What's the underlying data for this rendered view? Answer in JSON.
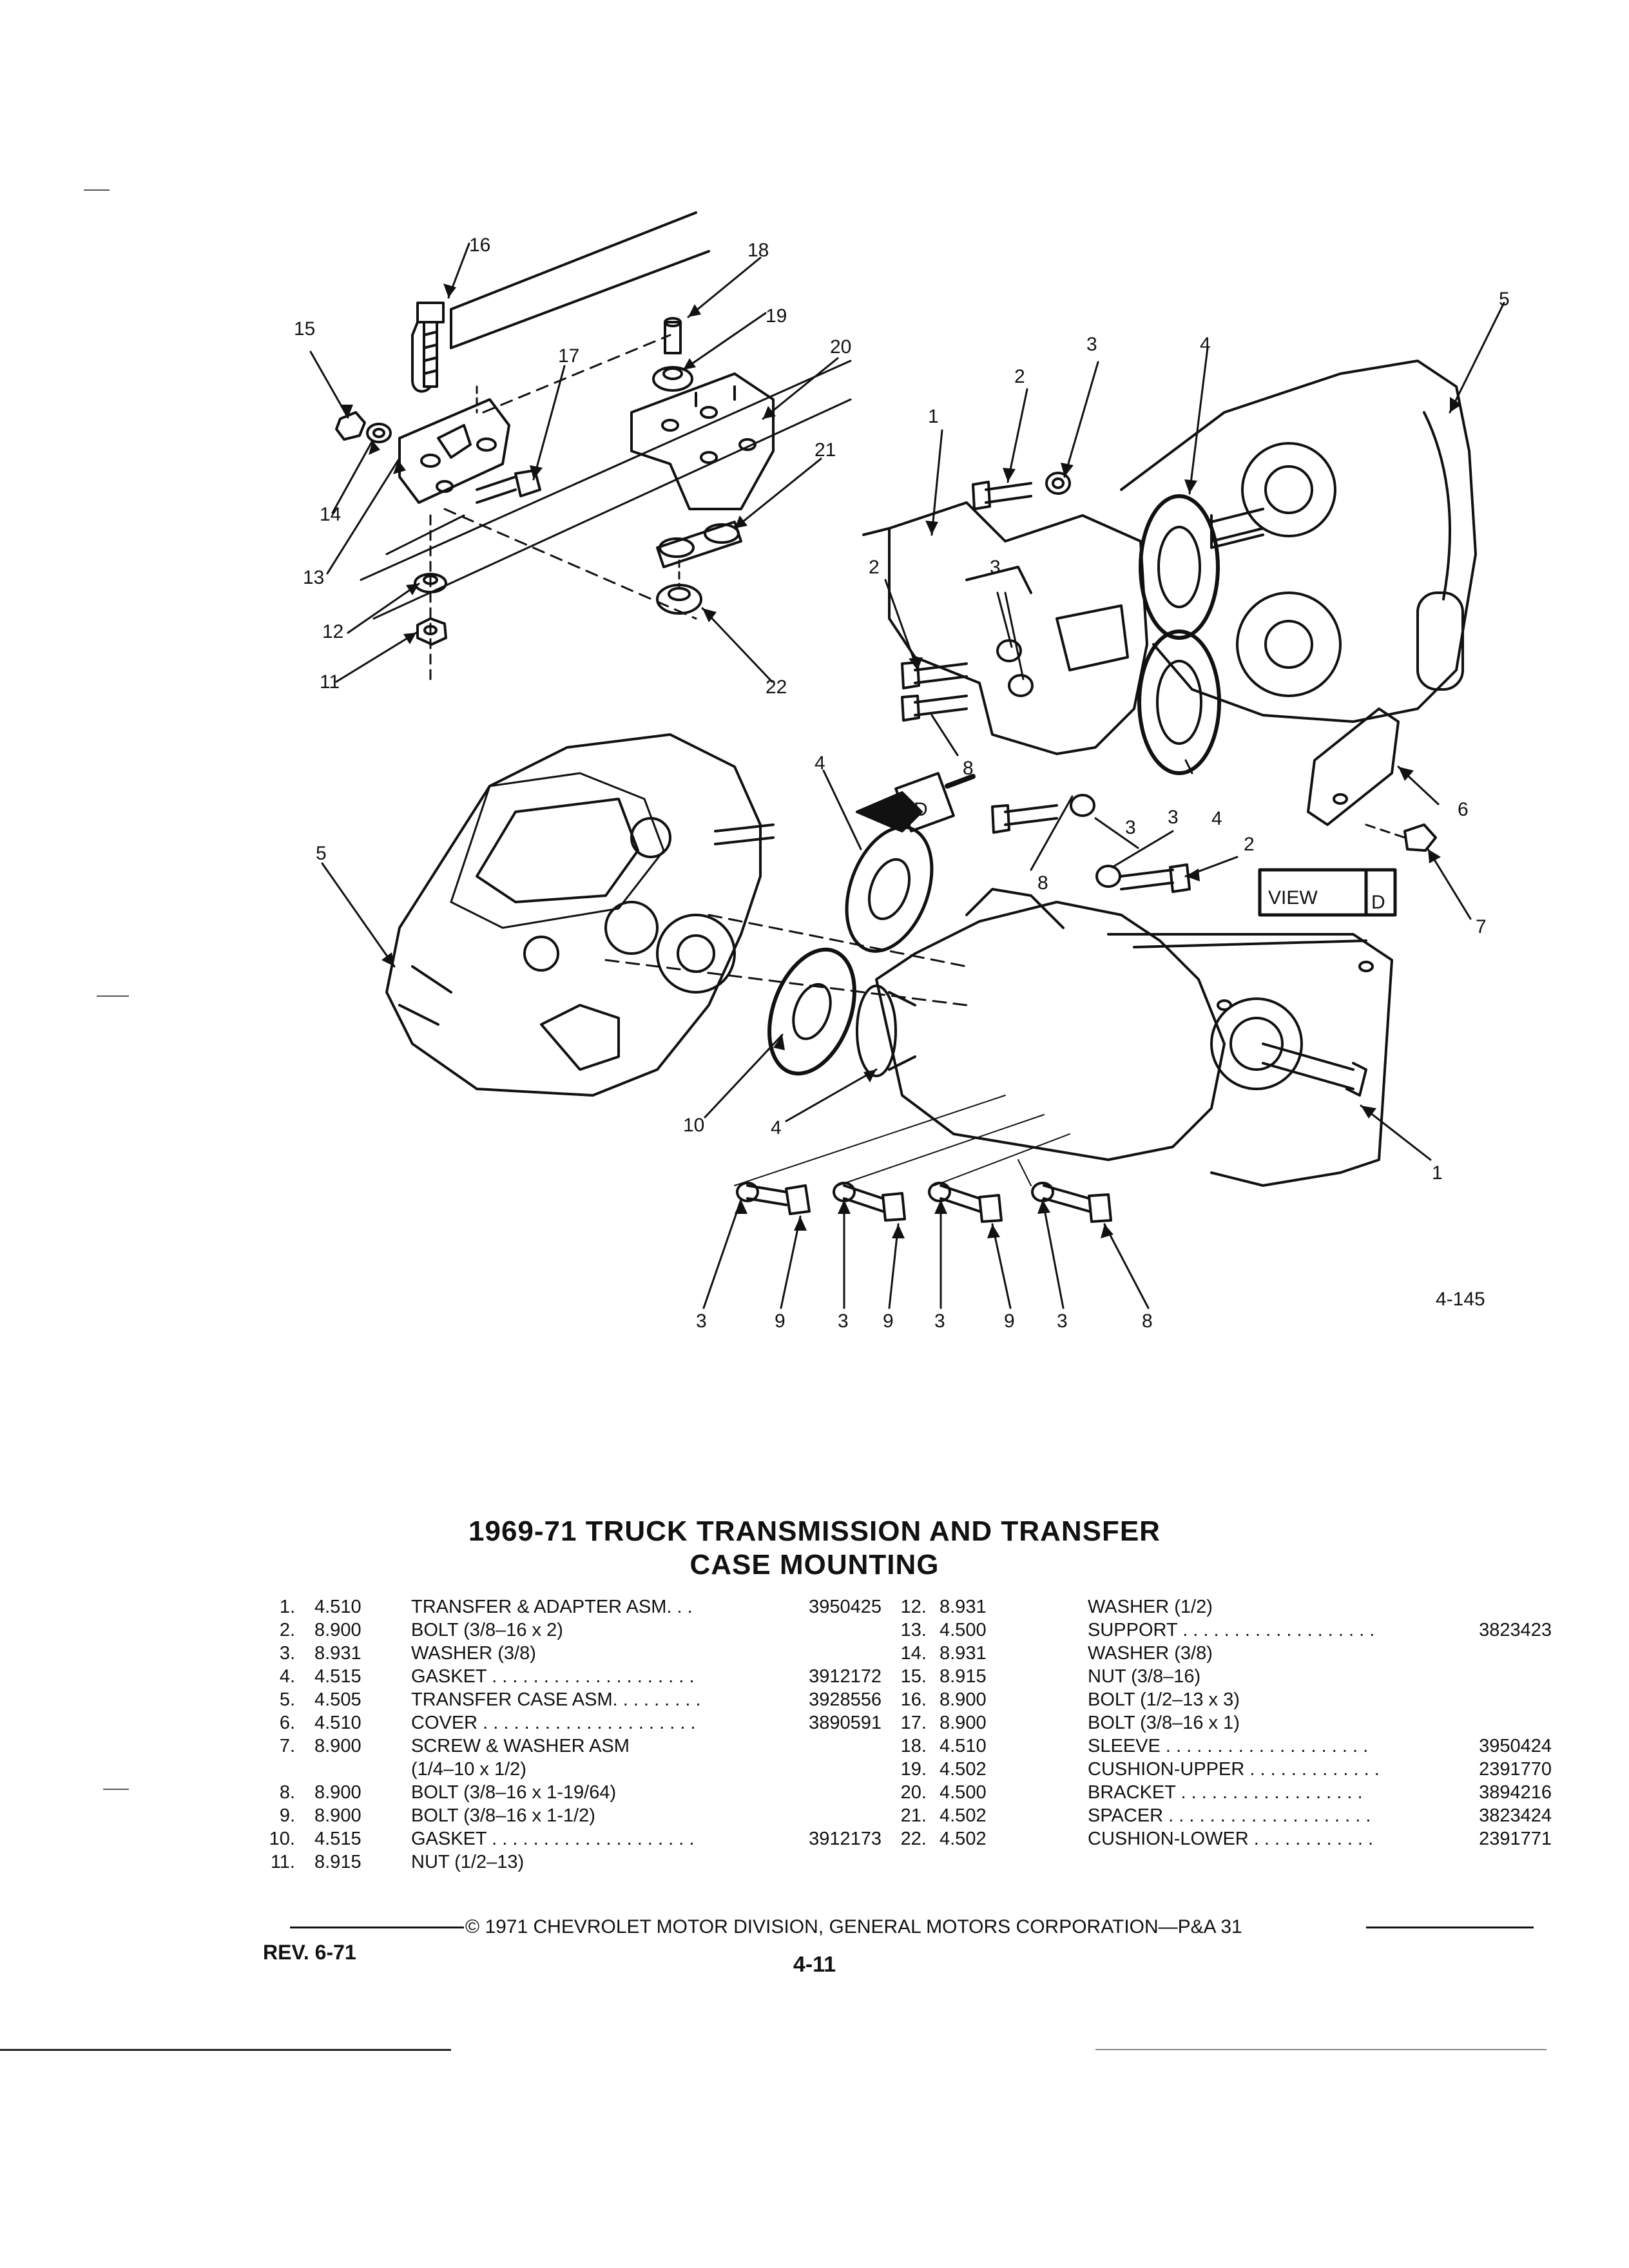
{
  "figure_code": "4-145",
  "callouts": [
    "1",
    "2",
    "3",
    "4",
    "5",
    "6",
    "7",
    "8",
    "9",
    "10",
    "11",
    "12",
    "13",
    "14",
    "15",
    "16",
    "17",
    "18",
    "19",
    "20",
    "21",
    "22"
  ],
  "view_label": "VIEW",
  "view_letter": "D",
  "title_line1": "1969-71 TRUCK TRANSMISSION AND TRANSFER",
  "title_line2": "CASE MOUNTING",
  "parts_left": [
    {
      "num": "1.",
      "group": "4.510",
      "desc": "TRANSFER & ADAPTER ASM. . .",
      "pn": "3950425"
    },
    {
      "num": "2.",
      "group": "8.900",
      "desc": "BOLT (3/8–16 x 2)",
      "pn": ""
    },
    {
      "num": "3.",
      "group": "8.931",
      "desc": "WASHER (3/8)",
      "pn": ""
    },
    {
      "num": "4.",
      "group": "4.515",
      "desc": "GASKET . . . . . . . . . . . . . . . . . . . .",
      "pn": "3912172"
    },
    {
      "num": "5.",
      "group": "4.505",
      "desc": "TRANSFER CASE ASM. . . . . . . . .",
      "pn": "3928556"
    },
    {
      "num": "6.",
      "group": "4.510",
      "desc": "COVER . . . . . . . . . . . . . . . . . . . . .",
      "pn": "3890591"
    },
    {
      "num": "7.",
      "group": "8.900",
      "desc": "SCREW & WASHER ASM",
      "pn": ""
    },
    {
      "num": "",
      "group": "",
      "desc": "(1/4–10 x 1/2)",
      "pn": ""
    },
    {
      "num": "8.",
      "group": "8.900",
      "desc": "BOLT (3/8–16 x 1-19/64)",
      "pn": ""
    },
    {
      "num": "9.",
      "group": "8.900",
      "desc": "BOLT (3/8–16 x 1-1/2)",
      "pn": ""
    },
    {
      "num": "10.",
      "group": "4.515",
      "desc": "GASKET . . . . . . . . . . . . . . . . . . . .",
      "pn": "3912173"
    },
    {
      "num": "11.",
      "group": "8.915",
      "desc": "NUT (1/2–13)",
      "pn": ""
    }
  ],
  "parts_right": [
    {
      "num": "12.",
      "group": "8.931",
      "desc": "WASHER (1/2)",
      "pn": ""
    },
    {
      "num": "13.",
      "group": "4.500",
      "desc": "SUPPORT . . . . . . . . . . . . . . . . . . .",
      "pn": "3823423"
    },
    {
      "num": "14.",
      "group": "8.931",
      "desc": "WASHER (3/8)",
      "pn": ""
    },
    {
      "num": "15.",
      "group": "8.915",
      "desc": "NUT (3/8–16)",
      "pn": ""
    },
    {
      "num": "16.",
      "group": "8.900",
      "desc": "BOLT (1/2–13 x 3)",
      "pn": ""
    },
    {
      "num": "17.",
      "group": "8.900",
      "desc": "BOLT (3/8–16 x 1)",
      "pn": ""
    },
    {
      "num": "18.",
      "group": "4.510",
      "desc": "SLEEVE . . . . . . . . . . . . . . . . . . . .",
      "pn": "3950424"
    },
    {
      "num": "19.",
      "group": "4.502",
      "desc": "CUSHION-UPPER . . . . . . . . . . . . .",
      "pn": "2391770"
    },
    {
      "num": "20.",
      "group": "4.500",
      "desc": "BRACKET . . . . . . . . . . . . . . . . . .",
      "pn": "3894216"
    },
    {
      "num": "21.",
      "group": "4.502",
      "desc": "SPACER . . . . . . . . . . . . . . . . . . . .",
      "pn": "3823424"
    },
    {
      "num": "22.",
      "group": "4.502",
      "desc": "CUSHION-LOWER . . . . . . . . . . . .",
      "pn": "2391771"
    }
  ],
  "footer_text": "© 1971 CHEVROLET MOTOR DIVISION, GENERAL MOTORS CORPORATION—P&A 31",
  "revision": "REV. 6-71",
  "page_number": "4-11"
}
